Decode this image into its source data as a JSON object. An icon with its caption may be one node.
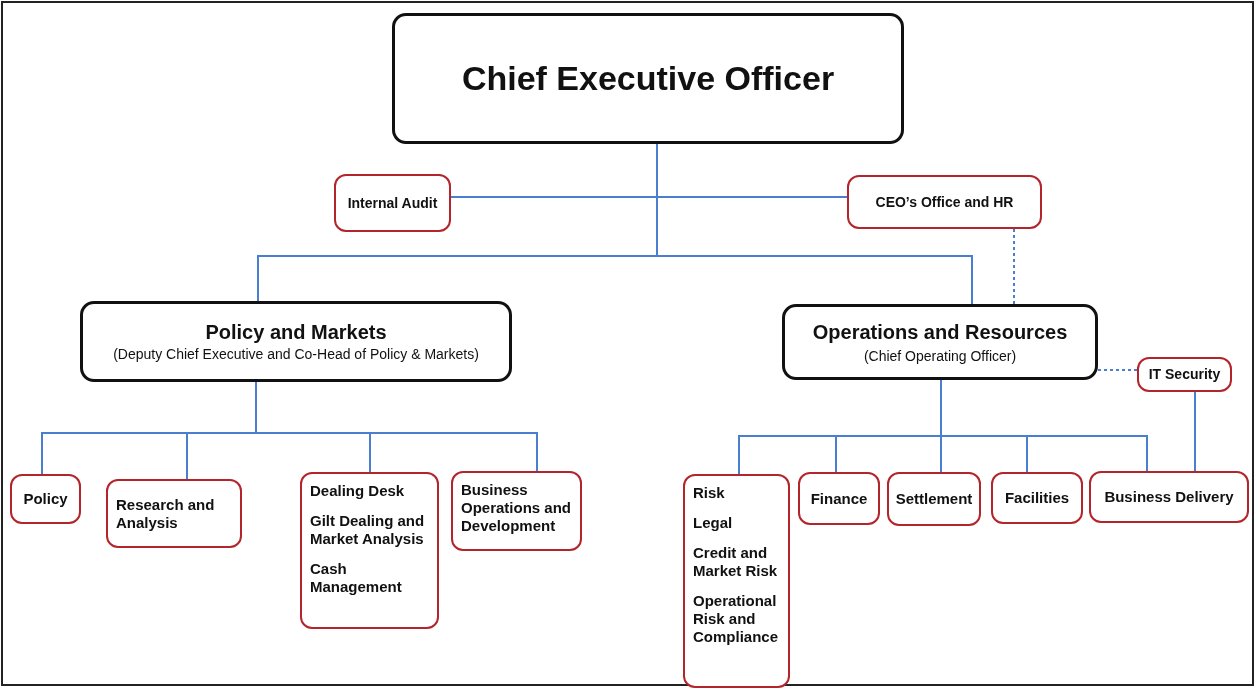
{
  "diagram": {
    "nodes": [
      {
        "text": [
          "Chief Executive Officer"
        ]
      },
      {
        "text": [
          "Internal Audit"
        ]
      },
      {
        "text": [
          "CEO’s Office and HR"
        ]
      },
      {
        "text": [
          "Policy and Markets",
          "(Deputy Chief Executive and Co-Head of Policy & Markets)"
        ]
      },
      {
        "text": [
          "Operations and Resources",
          "(Chief Operating Officer)"
        ]
      },
      {
        "text": [
          "IT Security"
        ]
      },
      {
        "text": [
          "Policy"
        ]
      },
      {
        "text": [
          "Research and Analysis"
        ]
      },
      {
        "text": [
          "Dealing Desk",
          "Gilt Dealing and Market Analysis",
          "Cash Management"
        ]
      },
      {
        "text": [
          "Business Operations and Development"
        ]
      },
      {
        "text": [
          "Risk",
          "Legal",
          "Credit and Market Risk",
          "Operational Risk and Compliance"
        ]
      },
      {
        "text": [
          "Finance"
        ]
      },
      {
        "text": [
          "Settlement"
        ]
      },
      {
        "text": [
          "Facilities"
        ]
      },
      {
        "text": [
          "Business Delivery"
        ]
      }
    ],
    "edges": [
      {
        "from": 0,
        "to": 1,
        "arrow": "none"
      },
      {
        "from": 0,
        "to": 2,
        "arrow": "none"
      },
      {
        "from": 0,
        "to": 3,
        "arrow": "none"
      },
      {
        "from": 0,
        "to": 4,
        "arrow": "none"
      },
      {
        "from": 2,
        "to": 4,
        "arrow": "none",
        "style": "dashed"
      },
      {
        "from": 4,
        "to": 5,
        "arrow": "none",
        "style": "dashed"
      },
      {
        "from": 3,
        "to": 6,
        "arrow": "none"
      },
      {
        "from": 3,
        "to": 7,
        "arrow": "none"
      },
      {
        "from": 3,
        "to": 8,
        "arrow": "none"
      },
      {
        "from": 3,
        "to": 9,
        "arrow": "none"
      },
      {
        "from": 4,
        "to": 10,
        "arrow": "none"
      },
      {
        "from": 4,
        "to": 11,
        "arrow": "none"
      },
      {
        "from": 4,
        "to": 12,
        "arrow": "none"
      },
      {
        "from": 4,
        "to": 13,
        "arrow": "none"
      },
      {
        "from": 4,
        "to": 14,
        "arrow": "none"
      },
      {
        "from": 5,
        "to": 14,
        "arrow": "none"
      }
    ]
  }
}
